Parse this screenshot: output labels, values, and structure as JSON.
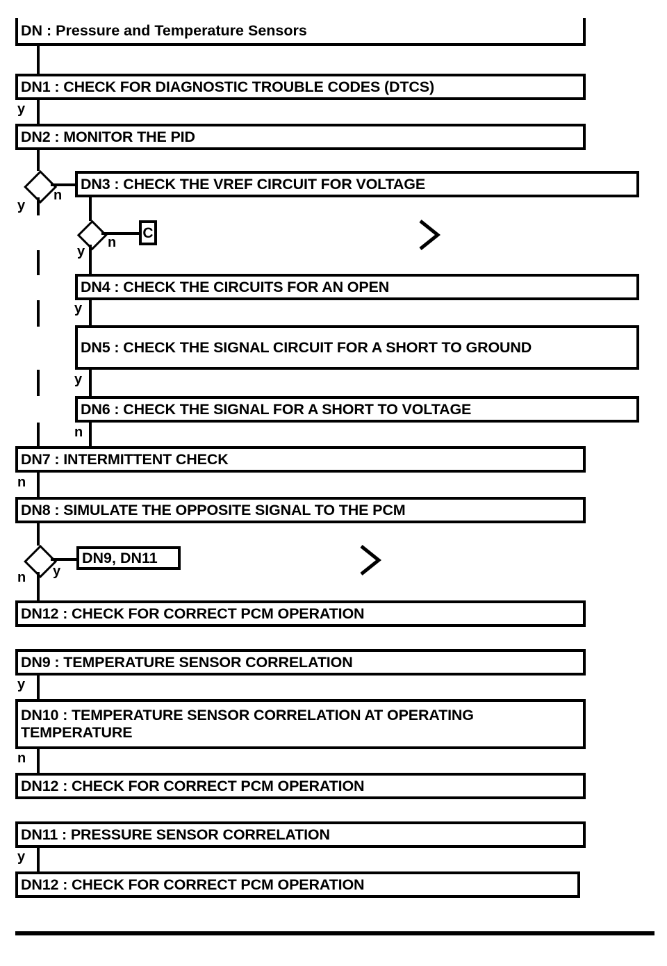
{
  "diagram": {
    "title": "DN : Pressure and Temperature Sensors",
    "type": "flowchart",
    "steps": [
      {
        "id": "DN1",
        "label": "DN1 : CHECK FOR DIAGNOSTIC TROUBLE CODES (DTCS)"
      },
      {
        "id": "DN2",
        "label": "DN2 : MONITOR THE PID"
      },
      {
        "id": "DN3",
        "label": "DN3 : CHECK THE VREF CIRCUIT FOR VOLTAGE"
      },
      {
        "id": "DN4",
        "label": "DN4 : CHECK THE CIRCUITS FOR AN OPEN"
      },
      {
        "id": "DN5",
        "label": "DN5 : CHECK THE SIGNAL CIRCUIT FOR A SHORT TO GROUND"
      },
      {
        "id": "DN6",
        "label": "DN6 : CHECK THE SIGNAL FOR A SHORT TO VOLTAGE"
      },
      {
        "id": "DN7",
        "label": "DN7 : INTERMITTENT CHECK"
      },
      {
        "id": "DN8",
        "label": "DN8 : SIMULATE THE OPPOSITE SIGNAL TO THE PCM"
      },
      {
        "id": "DN12a",
        "label": "DN12 : CHECK FOR CORRECT PCM OPERATION"
      },
      {
        "id": "DN9",
        "label": "DN9 : TEMPERATURE SENSOR CORRELATION"
      },
      {
        "id": "DN10",
        "label": "DN10 : TEMPERATURE SENSOR CORRELATION AT OPERATING TEMPERATURE"
      },
      {
        "id": "DN12b",
        "label": "DN12 : CHECK FOR CORRECT PCM OPERATION"
      },
      {
        "id": "DN11",
        "label": "DN11 : PRESSURE SENSOR CORRELATION"
      },
      {
        "id": "DN12c",
        "label": "DN12 : CHECK FOR CORRECT PCM OPERATION"
      }
    ],
    "connectors": [
      {
        "id": "C",
        "label": "C"
      },
      {
        "id": "ref-dn9-dn11",
        "label": "DN9, DN11"
      }
    ],
    "branch_labels": {
      "dn1_yes": "y",
      "dn2_decision_yes": "y",
      "dn2_decision_no": "n",
      "dn3_decision_yes": "y",
      "dn3_decision_no": "n",
      "dn4_yes": "y",
      "dn5_yes": "y",
      "dn6_no": "n",
      "dn7_no": "n",
      "dn8_decision_yes": "y",
      "dn8_decision_no": "n",
      "dn9_yes": "y",
      "dn10_no": "n",
      "dn11_yes": "y"
    },
    "colors": {
      "ink": "#000000",
      "paper": "#ffffff"
    }
  }
}
